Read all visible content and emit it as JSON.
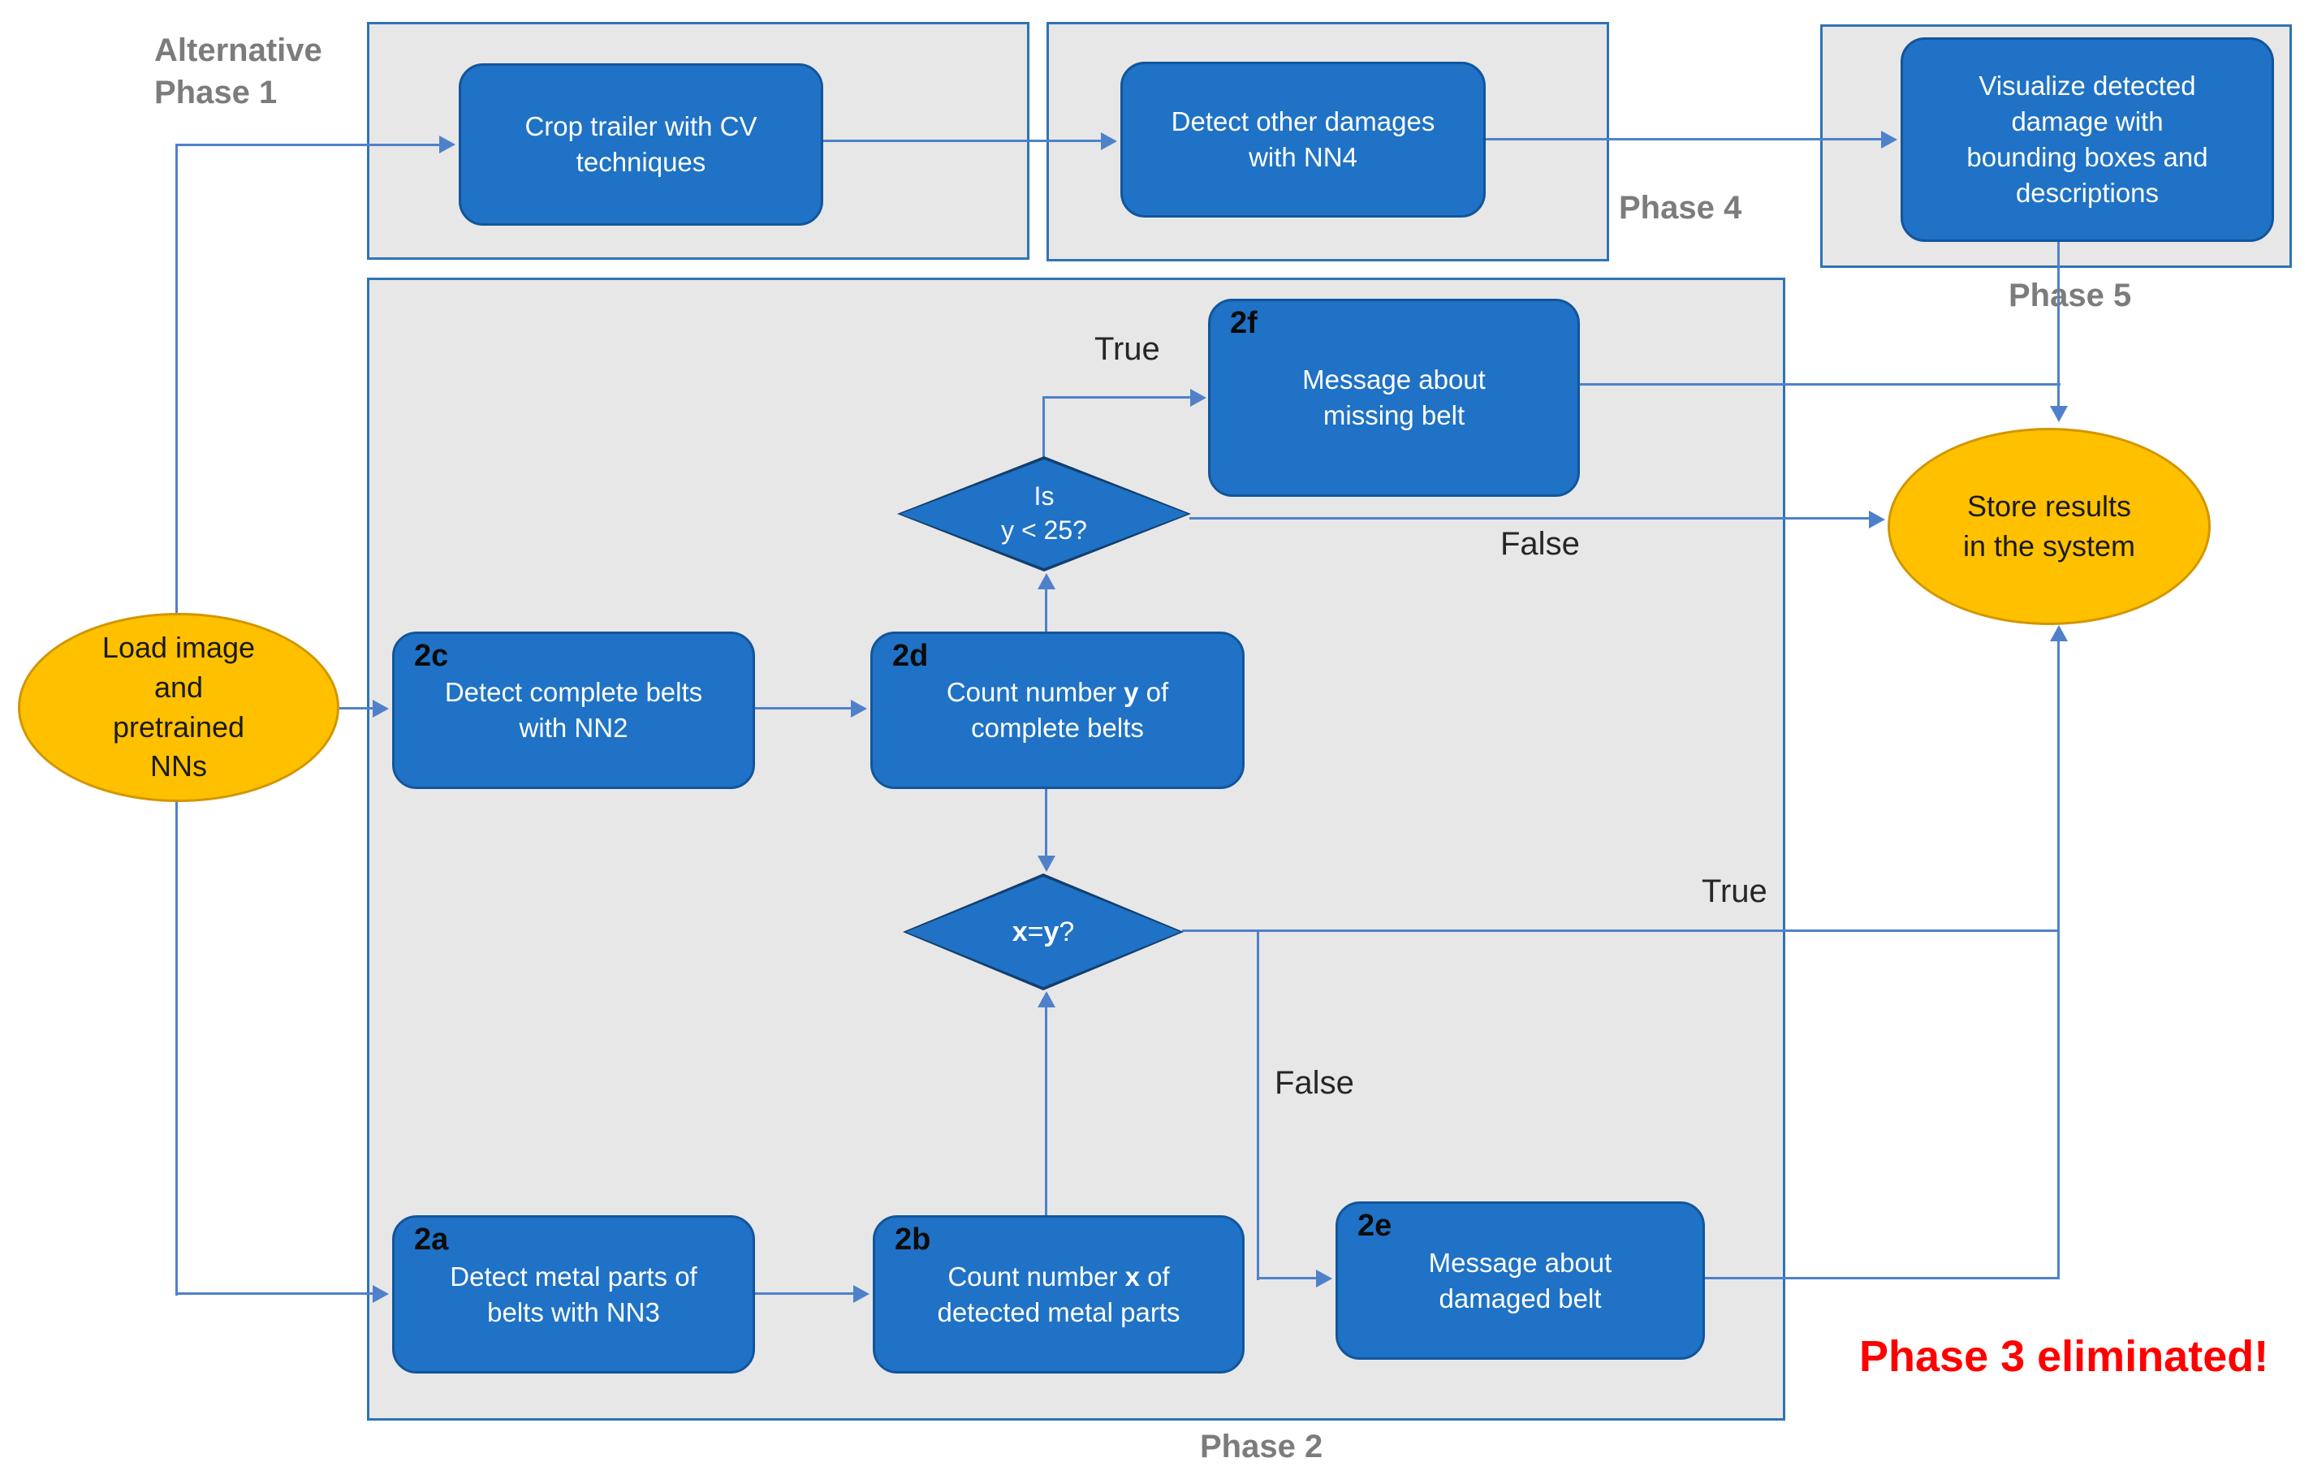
{
  "diagram": {
    "type": "flowchart",
    "annotations": {
      "alt_phase1": "Alternative\nPhase 1",
      "phase4": "Phase 4",
      "phase5": "Phase 5",
      "phase2": "Phase 2",
      "note": "Phase 3 eliminated!"
    },
    "edge_labels": {
      "y25_true": "True",
      "y25_false": "False",
      "xy_true": "True",
      "xy_false": "False"
    },
    "nodes": {
      "start": {
        "type": "terminal",
        "label": "Load image\nand\npretrained\nNNs"
      },
      "crop_trailer": {
        "type": "process",
        "label": "Crop trailer with CV\ntechniques"
      },
      "detect_damages": {
        "type": "process",
        "label": "Detect other damages\nwith NN4"
      },
      "visualize": {
        "type": "process",
        "label": "Visualize detected\ndamage with\nbounding boxes and\ndescriptions"
      },
      "msg_missing": {
        "type": "process",
        "step": "2f",
        "label": "Message about\nmissing belt"
      },
      "is_y_lt_25": {
        "type": "decision",
        "label": "Is\ny < 25?"
      },
      "detect_belts": {
        "type": "process",
        "step": "2c",
        "label": "Detect complete belts\nwith NN2"
      },
      "count_complete": {
        "type": "process",
        "step": "2d",
        "label": "Count number **y** of\ncomplete belts"
      },
      "x_eq_y": {
        "type": "decision",
        "label": "**x** = **y**?"
      },
      "detect_metal": {
        "type": "process",
        "step": "2a",
        "label": "Detect metal parts of\nbelts with NN3"
      },
      "count_metal": {
        "type": "process",
        "step": "2b",
        "label": "Count number **x** of\ndetected metal parts"
      },
      "msg_damaged": {
        "type": "process",
        "step": "2e",
        "label": "Message about\ndamaged belt"
      },
      "store": {
        "type": "terminal",
        "label": "Store results\nin the system"
      }
    },
    "colors": {
      "process_fill": "#1F72C5",
      "process_border": "#12559C",
      "terminal_fill": "#FFC000",
      "terminal_border": "#D29600",
      "container_fill": "#E8E7E7",
      "container_border": "#2E74B5",
      "connector": "#4F81CB",
      "note_red": "#FF0000",
      "phase_label_gray": "#7C7C7C",
      "edge_label_black": "#262626"
    }
  }
}
